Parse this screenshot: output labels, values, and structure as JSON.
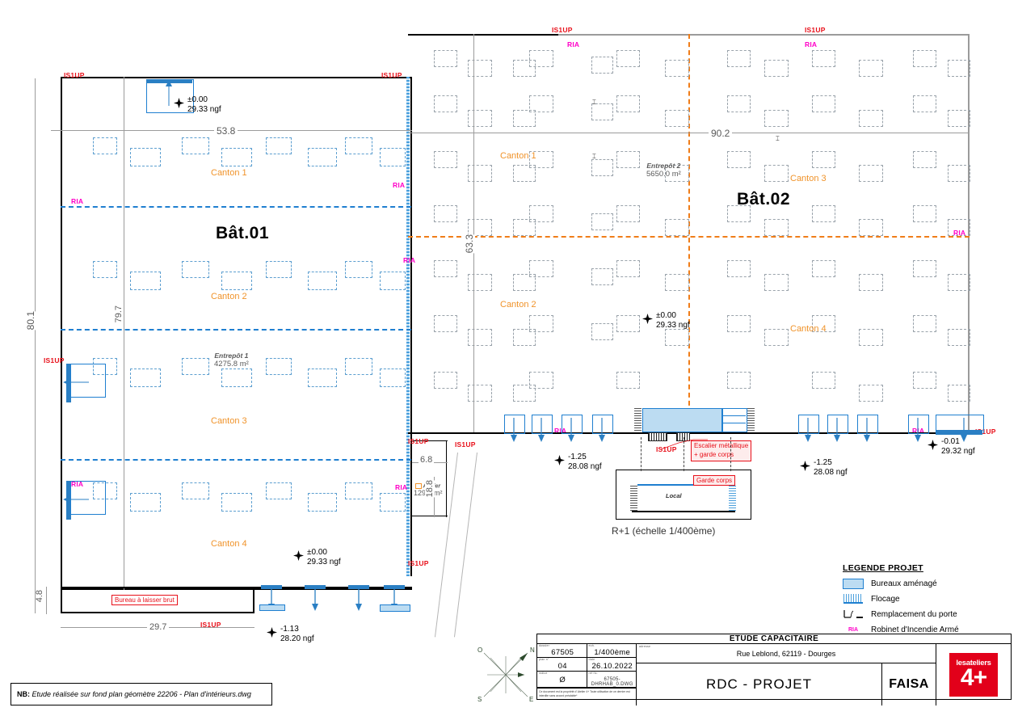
{
  "drawing": {
    "nb_note_prefix": "NB:",
    "nb_note": "Etude réalisée sur fond plan géomètre 22206 - Plan d'intérieurs.dwg",
    "r1_caption": "R+1 (échelle 1/400ème)"
  },
  "buildings": [
    {
      "id": "bat01",
      "name": "Bât.01",
      "warehouse_label": "Entrepôt 1",
      "warehouse_area": "4275.8 m²"
    },
    {
      "id": "bat02",
      "name": "Bât.02",
      "warehouse_label": "Entrepôt 2",
      "warehouse_area": "5650.0 m²"
    }
  ],
  "cantons": {
    "bat01": [
      "Canton 1",
      "Canton 2",
      "Canton 3",
      "Canton 4"
    ],
    "bat02": [
      "Canton 1",
      "Canton 2",
      "Canton 3",
      "Canton 4"
    ]
  },
  "rooms": [
    {
      "name": "Atelier",
      "area": "129.7 m²"
    },
    {
      "name": "Local"
    }
  ],
  "annotations": {
    "bureau_brut": "Bureau à laisser brut",
    "escalier": "Escalier métallique + garde corps",
    "escalier_line1": "Escalier métallique",
    "escalier_line2": "+        garde corps",
    "garde_corps": "Garde corps"
  },
  "levels": [
    {
      "id": "lvl-bat01-top",
      "delta": "±0.00",
      "ngf": "29.33 ngf"
    },
    {
      "id": "lvl-bat01-bottom",
      "delta": "±0.00",
      "ngf": "29.33 ngf"
    },
    {
      "id": "lvl-bat01-dock",
      "delta": "-1.13",
      "ngf": "28.20 ngf"
    },
    {
      "id": "lvl-bat02-mid",
      "delta": "±0.00",
      "ngf": "29.33 ngf"
    },
    {
      "id": "lvl-bat02-left",
      "delta": "-1.25",
      "ngf": "28.08 ngf"
    },
    {
      "id": "lvl-bat02-right",
      "delta": "-1.25",
      "ngf": "28.08 ngf"
    },
    {
      "id": "lvl-bat02-east",
      "delta": "-0.01",
      "ngf": "29.32 ngf"
    }
  ],
  "dimensions": {
    "bat01_width": "53.8",
    "bat01_height_outer": "80.1",
    "bat01_height_inner": "79.7",
    "bureau_height": "4.8",
    "bureau_width": "29.7",
    "atelier_width": "6.8",
    "atelier_height": "18.8",
    "bat02_width": "90.2",
    "bat02_height": "63.3"
  },
  "markers": {
    "ria": "RIA",
    "is1up": "IS1UP"
  },
  "legend": {
    "title": "LEGENDE PROJET",
    "items": [
      {
        "icon": "office-swatch-icon",
        "label": "Bureaux aménagé"
      },
      {
        "icon": "flocage-swatch-icon",
        "label": "Flocage"
      },
      {
        "icon": "door-swatch-icon",
        "label": "Remplacement du porte"
      },
      {
        "icon": "ria-swatch-icon",
        "label": "Robinet d'Incendie Armé"
      }
    ]
  },
  "compass": {
    "n": "N",
    "e": "E",
    "s": "S",
    "o": "O"
  },
  "title_block": {
    "header": "ETUDE CAPACITAIRE",
    "fields": [
      {
        "key": "dossier",
        "key_label": "dossier",
        "value": "67505"
      },
      {
        "key": "ech",
        "key_label": "ech.",
        "value": "1/400ème"
      },
      {
        "key": "plan_n",
        "key_label": "plan n°",
        "value": "04"
      },
      {
        "key": "date",
        "key_label": "date",
        "value": "26.10.2022"
      },
      {
        "key": "indice",
        "key_label": "indice",
        "value": "Ø"
      },
      {
        "key": "ref_fic",
        "key_label": "ref fic.",
        "value": "67505-DHRHAB_0.DWG"
      }
    ],
    "copyright": "Ce document est la propriété d' Atelier 4+ Toute utilisation de ce dernier est interdite sans accord préalable*",
    "address_key": "adresse",
    "address": "Rue Leblond, 62119 - Dourges",
    "title": "RDC - PROJET",
    "author": "FAISA",
    "logo_line1": "lesateliers",
    "logo_line2": "4+"
  },
  "colors": {
    "canton": "#f0932a",
    "ria": "#ff00c8",
    "is1up": "#e8101a",
    "office": "#1f7fd0",
    "office_fill": "#bcdcf2",
    "wall": "#000000",
    "dim": "#5a5a5a",
    "logo_red": "#e2001a"
  }
}
